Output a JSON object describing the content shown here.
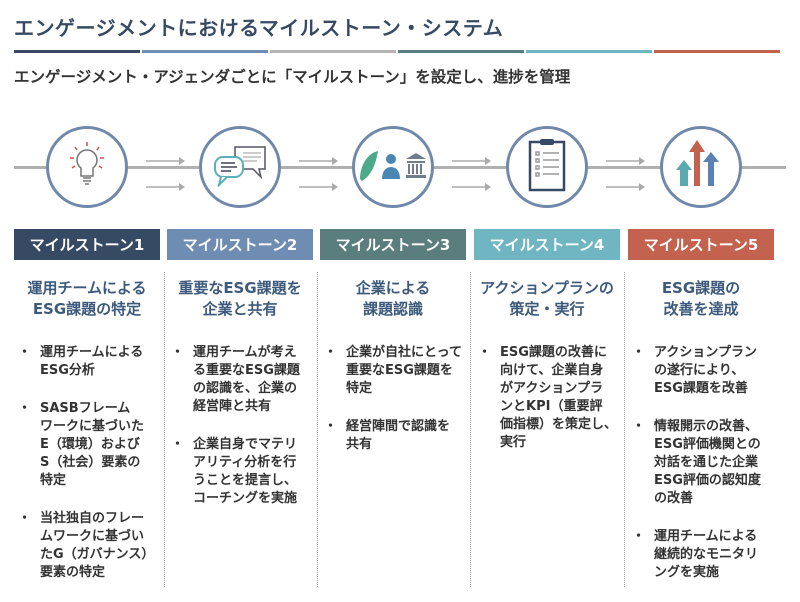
{
  "title": "エンゲージメントにおけるマイルストーン・システム",
  "subtitle": "エンゲージメント・アジェンダごとに「マイルストーン」を設定し、進捗を管理",
  "colors": [
    "#364a63",
    "#6f8db3",
    "#b4b4b4",
    "#5a7d7e",
    "#6fb6c2",
    "#c3624e"
  ],
  "milestones": [
    {
      "label": "マイルストーン1",
      "color": "#364a63",
      "icon": "lightbulb-icon",
      "heading": [
        "運用チームによる",
        "ESG課題の特定"
      ],
      "bullets": [
        [
          "運用チームによる",
          "ESG分析"
        ],
        [
          "SASBフレーム",
          "ワークに基づいた",
          "E（環境）および",
          "S（社会）要素の",
          "特定"
        ],
        [
          "当社独自のフレー",
          "ムワークに基づい",
          "たG（ガバナンス）",
          "要素の特定"
        ]
      ]
    },
    {
      "label": "マイルストーン2",
      "color": "#6f8db3",
      "icon": "chat-bubbles-icon",
      "heading": [
        "重要なESG課題を",
        "企業と共有"
      ],
      "bullets": [
        [
          "運用チームが考え",
          "る重要なESG課題",
          "の認識を、企業の",
          "経営陣と共有"
        ],
        [
          "企業自身でマテリ",
          "アリティ分析を行",
          "うことを提言し、",
          "コーチングを実施"
        ]
      ]
    },
    {
      "label": "マイルストーン3",
      "color": "#5a7d7e",
      "icon": "leaf-person-bank-icon",
      "heading": [
        "企業による",
        "課題認識"
      ],
      "bullets": [
        [
          "企業が自社にとって",
          "重要なESG課題を",
          "特定"
        ],
        [
          "経営陣間で認識を",
          "共有"
        ]
      ]
    },
    {
      "label": "マイルストーン4",
      "color": "#6fb6c2",
      "icon": "clipboard-icon",
      "heading": [
        "アクションプランの",
        "策定・実行"
      ],
      "bullets": [
        [
          "ESG課題の改善に",
          "向けて、企業自身",
          "がアクションプラ",
          "ンとKPI（重要評",
          "価指標）を策定し、",
          "実行"
        ]
      ]
    },
    {
      "label": "マイルストーン5",
      "color": "#c3624e",
      "icon": "growth-arrows-icon",
      "heading": [
        "ESG課題の",
        "改善を達成"
      ],
      "bullets": [
        [
          "アクションプラン",
          "の遂行により、",
          "ESG課題を改善"
        ],
        [
          "情報開示の改善、",
          "ESG評価機関との",
          "対話を通じた企業",
          "ESG評価の認知度",
          "の改善"
        ],
        [
          "運用チームによる",
          "継続的なモニタリ",
          "ングを実施"
        ]
      ]
    }
  ]
}
